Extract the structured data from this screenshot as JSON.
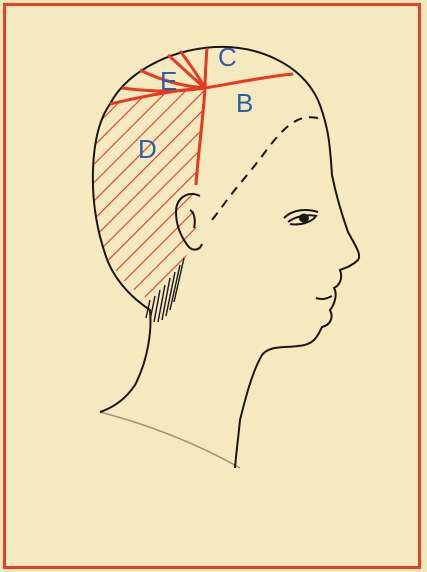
{
  "zones": {
    "c": "C",
    "e": "E",
    "b": "B",
    "d": "D"
  },
  "colors": {
    "border": "#e2422a",
    "zone_line": "#e8381f",
    "label": "#2b5fa8",
    "ink": "#1a1612",
    "paper": "#f5e9c0"
  }
}
